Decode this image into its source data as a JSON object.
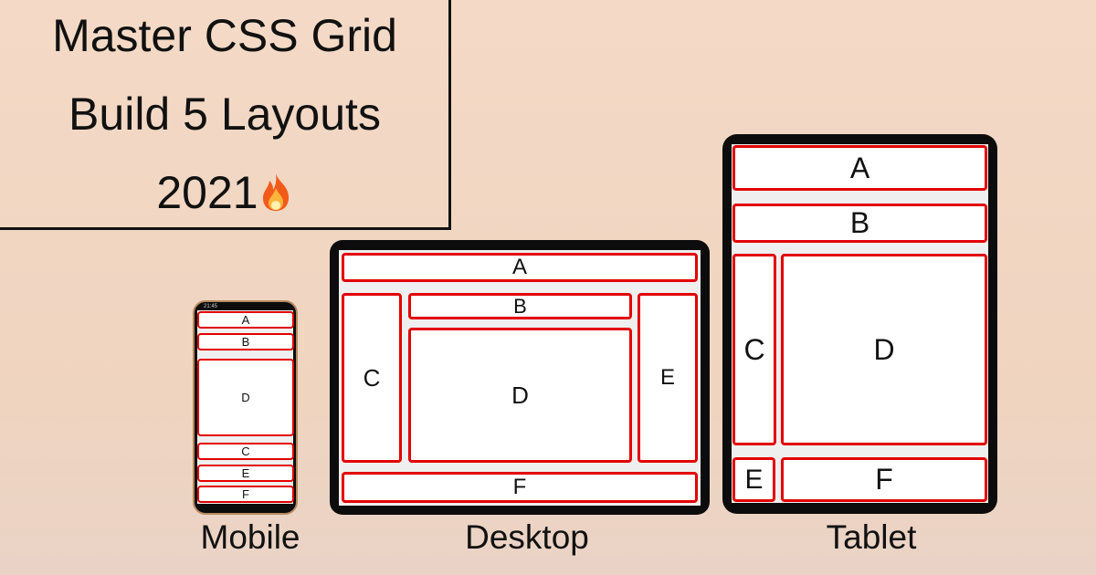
{
  "title": {
    "line1": "Master CSS Grid",
    "line2": "Build 5 Layouts",
    "line3": "2021",
    "emoji": "fire-icon"
  },
  "mobile": {
    "label": "Mobile",
    "status_time": "21:45",
    "cells": [
      "A",
      "B",
      "D",
      "C",
      "E",
      "F"
    ]
  },
  "desktop": {
    "label": "Desktop",
    "cells": [
      "A",
      "B",
      "C",
      "D",
      "E",
      "F"
    ]
  },
  "tablet": {
    "label": "Tablet",
    "cells": [
      "A",
      "B",
      "C",
      "D",
      "E",
      "F"
    ]
  },
  "colors": {
    "cell_border": "#e30000",
    "device": "#0c0c0c",
    "background": "#f4dac6"
  }
}
